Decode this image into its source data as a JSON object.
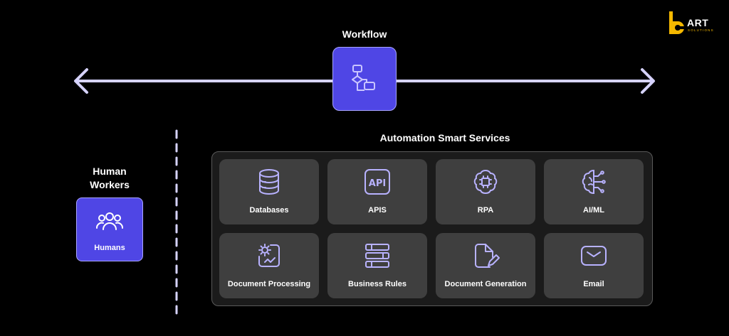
{
  "logo": {
    "word": "ART",
    "sub": "SOLUTIONS"
  },
  "workflow": {
    "title": "Workflow"
  },
  "human_workers": {
    "title_line1": "Human",
    "title_line2": "Workers",
    "box_label": "Humans"
  },
  "services": {
    "title": "Automation Smart Services",
    "items": [
      {
        "label": "Databases",
        "icon": "database-icon"
      },
      {
        "label": "APIS",
        "icon": "api-icon",
        "icon_text": "API"
      },
      {
        "label": "RPA",
        "icon": "brain-chip-icon"
      },
      {
        "label": "AI/ML",
        "icon": "brain-network-icon"
      },
      {
        "label": "Document Processing",
        "icon": "document-gear-icon"
      },
      {
        "label": "Business Rules",
        "icon": "stacked-rules-icon"
      },
      {
        "label": "Document Generation",
        "icon": "document-pencil-icon"
      },
      {
        "label": "Email",
        "icon": "envelope-icon"
      }
    ]
  },
  "colors": {
    "background": "#000000",
    "accent": "#4f46e5",
    "accent_border": "#a9a6ff",
    "icon_stroke": "#b8b2ff",
    "card": "#3f3f3f",
    "panel": "#1b1b1b",
    "logo_yellow": "#f5b800"
  }
}
